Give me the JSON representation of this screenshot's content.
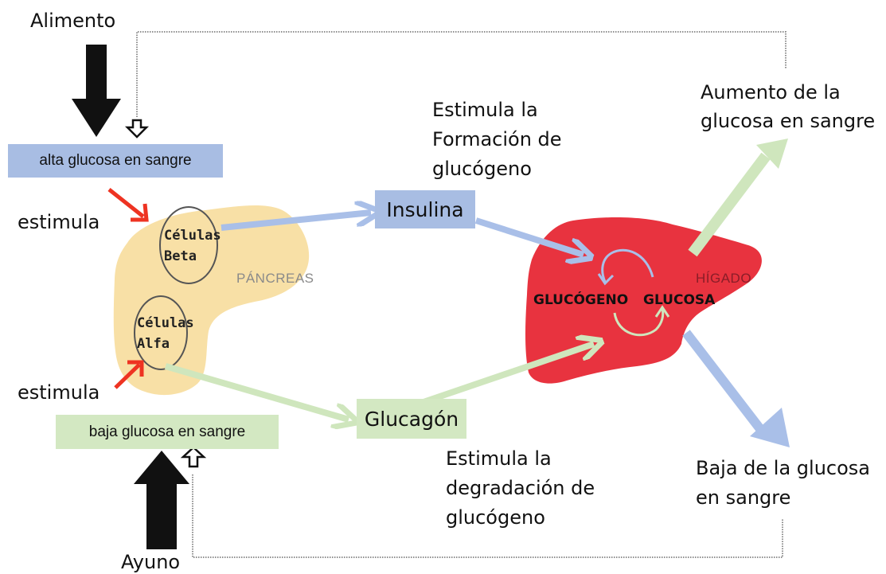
{
  "labels": {
    "food": "Alimento",
    "fasting": "Ayuno",
    "stimulates_top": "estimula",
    "stimulates_bottom": "estimula",
    "high_glucose": "alta glucosa en sangre",
    "low_glucose": "baja glucosa en sangre",
    "beta_cells": "Células Beta",
    "alpha_cells": "Células Alfa",
    "pancreas": "PÁNCREAS",
    "insulin": "Insulina",
    "glucagon": "Glucagón",
    "stimulates_formation": "Estimula la Formación de glucógeno",
    "stimulates_breakdown": "Estimula la degradación de glucógeno",
    "liver": "HÍGADO",
    "glycogen": "GLUCÓGENO",
    "glucose": "GLUCOSA",
    "raise_glucose": "Aumento de la glucosa en sangre",
    "lower_glucose": "Baja de la glucosa en sangre"
  },
  "colors": {
    "high_box": "#a8bde3",
    "low_box": "#d3e8c2",
    "insulin_box": "#a8bde3",
    "glucagon_box": "#d3e8c2",
    "pancreas": "#f8e0a6",
    "liver": "#e8333f",
    "blue_arrow": "#a9bfe8",
    "green_arrow": "#cfe6bd",
    "red_arrow": "#ee3322",
    "black_arrow": "#111111",
    "pancreas_text": "#8a8a8a",
    "liver_text": "#8a1d28"
  },
  "icons": [
    "black-down-arrow-icon",
    "black-up-arrow-icon",
    "hollow-down-arrow-icon",
    "hollow-up-arrow-icon",
    "red-arrow-icon",
    "cycle-arrow-icon"
  ]
}
